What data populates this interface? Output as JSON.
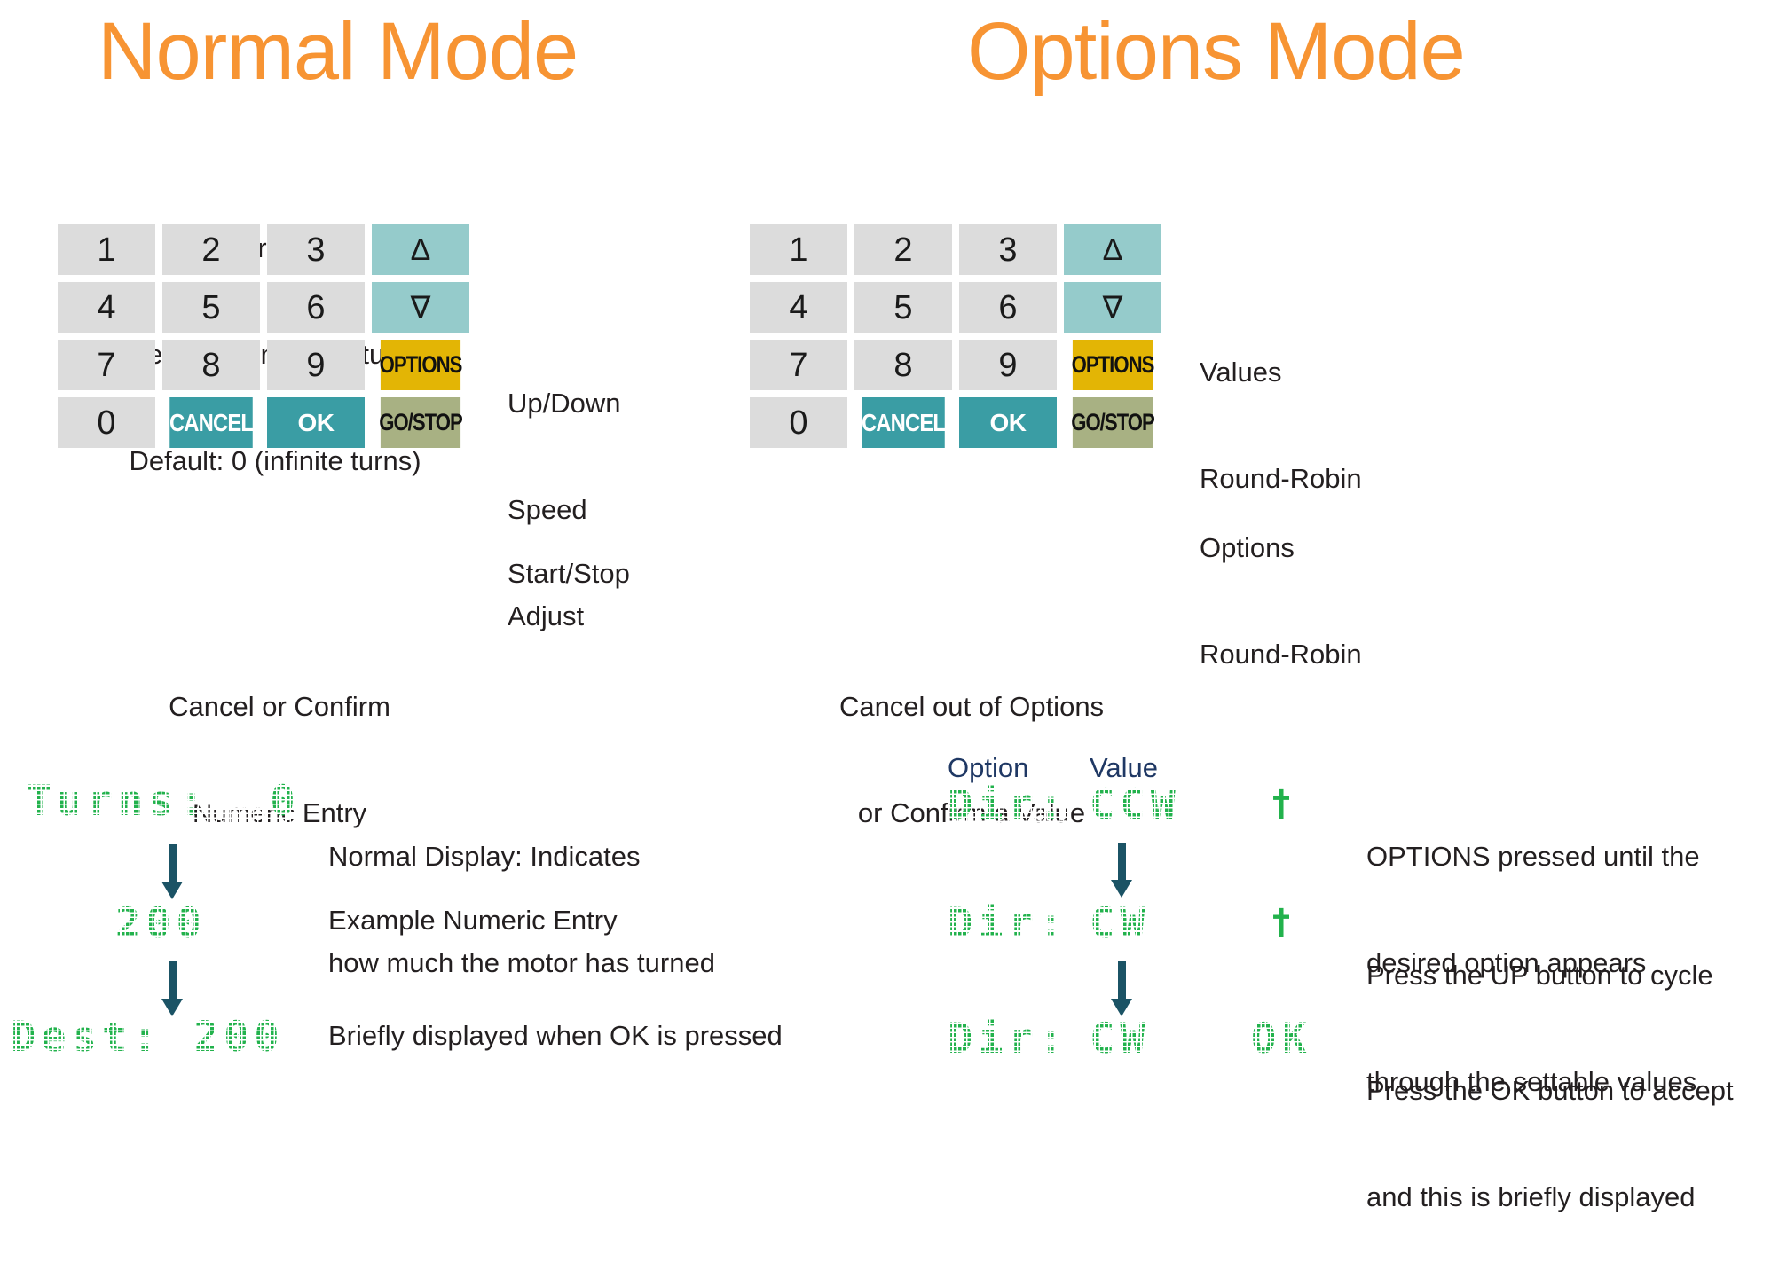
{
  "colors": {
    "title_orange": "#F79433",
    "key_grey": "#dcdcdc",
    "key_teal_light": "#95CBCB",
    "key_yellow": "#E3B505",
    "key_teal": "#3A9DA4",
    "key_olive": "#A8B183",
    "lcd_green": "#22B24C",
    "arrow_navy": "#1B5365",
    "header_navy": "#1F3864",
    "background": "#ffffff"
  },
  "normal_mode": {
    "title": "Normal Mode",
    "numeric_entry_note": [
      "Numeric Entry:",
      "Desired number of turns",
      "Default: 0 (infinite turns)"
    ],
    "keypad": {
      "rows": [
        [
          {
            "label": "1",
            "type": "num",
            "name": "key-1"
          },
          {
            "label": "2",
            "type": "num",
            "name": "key-2"
          },
          {
            "label": "3",
            "type": "num",
            "name": "key-3"
          },
          {
            "label": "Δ",
            "type": "arrow",
            "name": "key-up-arrow"
          }
        ],
        [
          {
            "label": "4",
            "type": "num",
            "name": "key-4"
          },
          {
            "label": "5",
            "type": "num",
            "name": "key-5"
          },
          {
            "label": "6",
            "type": "num",
            "name": "key-6"
          },
          {
            "label": "∇",
            "type": "arrow",
            "name": "key-down-arrow"
          }
        ],
        [
          {
            "label": "7",
            "type": "num",
            "name": "key-7"
          },
          {
            "label": "8",
            "type": "num",
            "name": "key-8"
          },
          {
            "label": "9",
            "type": "num",
            "name": "key-9"
          },
          {
            "label": "OPTIONS",
            "type": "options",
            "name": "key-options"
          }
        ],
        [
          {
            "label": "0",
            "type": "num",
            "name": "key-0"
          },
          {
            "label": "CANCEL",
            "type": "cancel",
            "name": "key-cancel"
          },
          {
            "label": "OK",
            "type": "ok",
            "name": "key-ok"
          },
          {
            "label": "GO/STOP",
            "type": "gostop",
            "name": "key-go-stop"
          }
        ]
      ]
    },
    "side_labels": {
      "updown": [
        "Up/Down",
        "Speed",
        "Adjust"
      ],
      "startstop": "Start/Stop"
    },
    "bottom_caption": [
      "Cancel or Confirm",
      "Numeric Entry"
    ],
    "display_rows": [
      {
        "lcd": "Turns:  0",
        "caption": [
          "Normal Display: Indicates",
          "how much the motor has turned"
        ]
      },
      {
        "lcd": "200",
        "caption": [
          "Example Numeric Entry"
        ]
      },
      {
        "lcd": "Dest: 200",
        "caption": [
          "Briefly displayed when OK is pressed"
        ]
      }
    ]
  },
  "options_mode": {
    "title": "Options Mode",
    "keypad": {
      "rows": [
        [
          {
            "label": "1",
            "type": "num",
            "name": "key-1"
          },
          {
            "label": "2",
            "type": "num",
            "name": "key-2"
          },
          {
            "label": "3",
            "type": "num",
            "name": "key-3"
          },
          {
            "label": "Δ",
            "type": "arrow",
            "name": "key-up-arrow"
          }
        ],
        [
          {
            "label": "4",
            "type": "num",
            "name": "key-4"
          },
          {
            "label": "5",
            "type": "num",
            "name": "key-5"
          },
          {
            "label": "6",
            "type": "num",
            "name": "key-6"
          },
          {
            "label": "∇",
            "type": "arrow",
            "name": "key-down-arrow"
          }
        ],
        [
          {
            "label": "7",
            "type": "num",
            "name": "key-7"
          },
          {
            "label": "8",
            "type": "num",
            "name": "key-8"
          },
          {
            "label": "9",
            "type": "num",
            "name": "key-9"
          },
          {
            "label": "OPTIONS",
            "type": "options",
            "name": "key-options"
          }
        ],
        [
          {
            "label": "0",
            "type": "num",
            "name": "key-0"
          },
          {
            "label": "CANCEL",
            "type": "cancel",
            "name": "key-cancel"
          },
          {
            "label": "OK",
            "type": "ok",
            "name": "key-ok"
          },
          {
            "label": "GO/STOP",
            "type": "gostop",
            "name": "key-go-stop"
          }
        ]
      ]
    },
    "side_labels": {
      "values": [
        "Values",
        "Round-Robin"
      ],
      "options": [
        "Options",
        "Round-Robin"
      ]
    },
    "bottom_caption": [
      "Cancel out of Options",
      "or Confirm a Value"
    ],
    "column_headers": {
      "option": "Option",
      "value": "Value"
    },
    "display_rows": [
      {
        "option": "Dir:",
        "value": "CCW",
        "mark": "†",
        "caption": [
          "OPTIONS pressed until the",
          "desired option appears"
        ]
      },
      {
        "option": "Dir:",
        "value": "CW",
        "mark": "†",
        "caption": [
          "Press the UP button to cycle",
          "through the settable values"
        ]
      },
      {
        "option": "Dir:",
        "value": "CW",
        "mark": "OK",
        "caption": [
          "Press the OK button to accept",
          "and this is briefly displayed"
        ]
      }
    ]
  }
}
